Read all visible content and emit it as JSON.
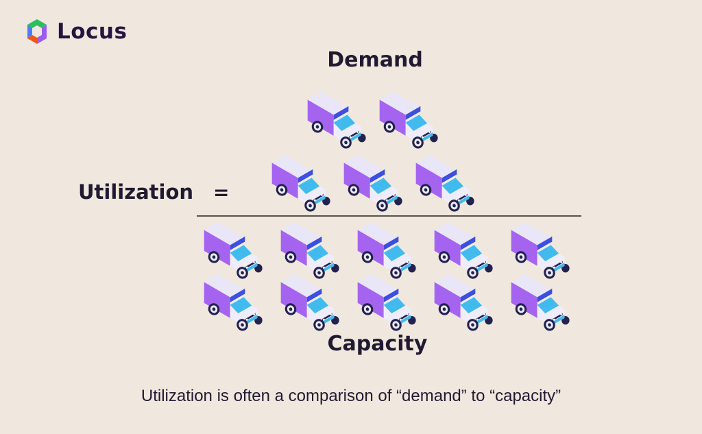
{
  "brand": {
    "name": "Locus"
  },
  "diagram": {
    "demand_label": "Demand",
    "capacity_label": "Capacity",
    "utilization_label": "Utilization",
    "equals_sign": "=",
    "numerator_truck_rows": [
      2,
      3
    ],
    "denominator_truck_rows": [
      5,
      5
    ],
    "demand_truck_count": 5,
    "capacity_truck_count": 10
  },
  "caption": {
    "text": "Utilization is often a comparison of “demand” to “capacity”"
  },
  "colors": {
    "bg": "#F0E8DE",
    "ink": "#201A31",
    "brand_ink": "#261440",
    "line": "#57524B",
    "truck_purple": "#A564F0",
    "truck_top": "#E9E6F8",
    "truck_cab": "#EFEDFB",
    "truck_cyan": "#41BBEE",
    "truck_blue": "#3D4FDE",
    "truck_navy": "#23224F",
    "wheel_rim": "#EDEBF8",
    "logo_green": "#2EBE5F",
    "logo_blue": "#4D7DF7",
    "logo_purple": "#9B5CF0",
    "logo_orange": "#F0571F"
  }
}
